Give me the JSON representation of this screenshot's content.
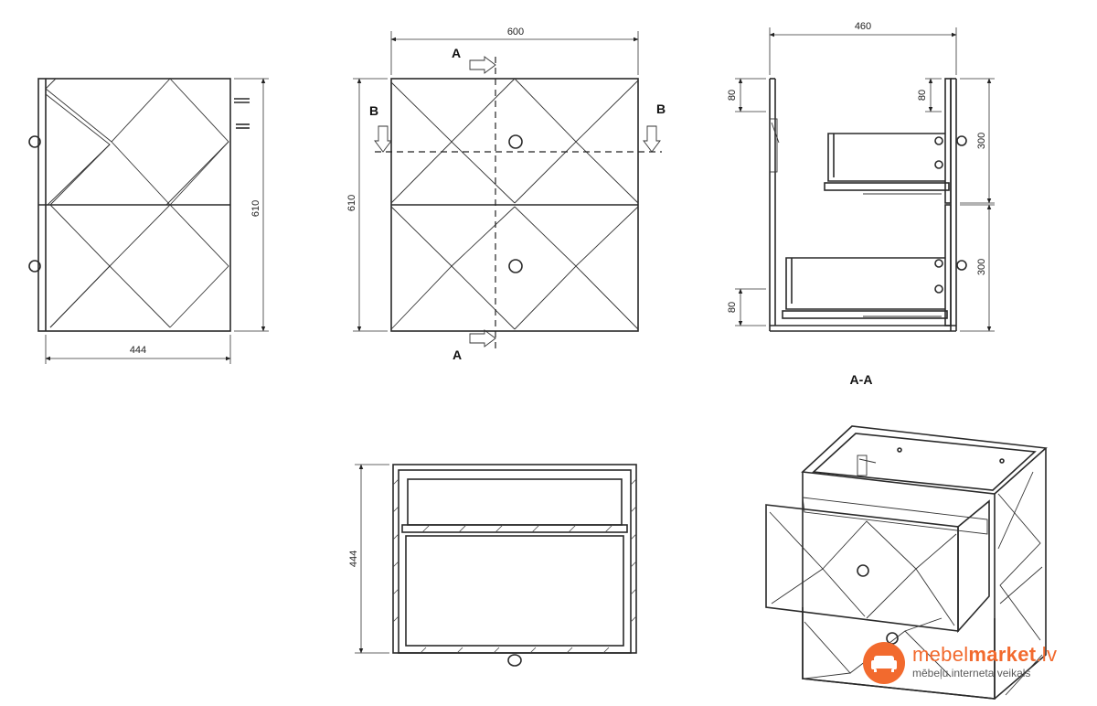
{
  "dimensions": {
    "side_height": "610",
    "side_depth": "444",
    "front_width": "600",
    "front_height": "610",
    "section_width": "460",
    "section_top_offset": "80",
    "section_top_offset_inner": "80",
    "section_upper_drawer": "300",
    "section_lower_drawer": "300",
    "section_bottom_offset": "80",
    "plan_depth": "444"
  },
  "section_markers": {
    "a_top": "A",
    "a_bottom": "A",
    "b_left": "B",
    "b_right": "B",
    "section_title": "A-A"
  },
  "brand": {
    "name_part1": "mebel",
    "name_part2": "market",
    "name_part3": ".lv",
    "tagline": "mēbeļu interneta veikals",
    "color": "#f26a2e"
  }
}
